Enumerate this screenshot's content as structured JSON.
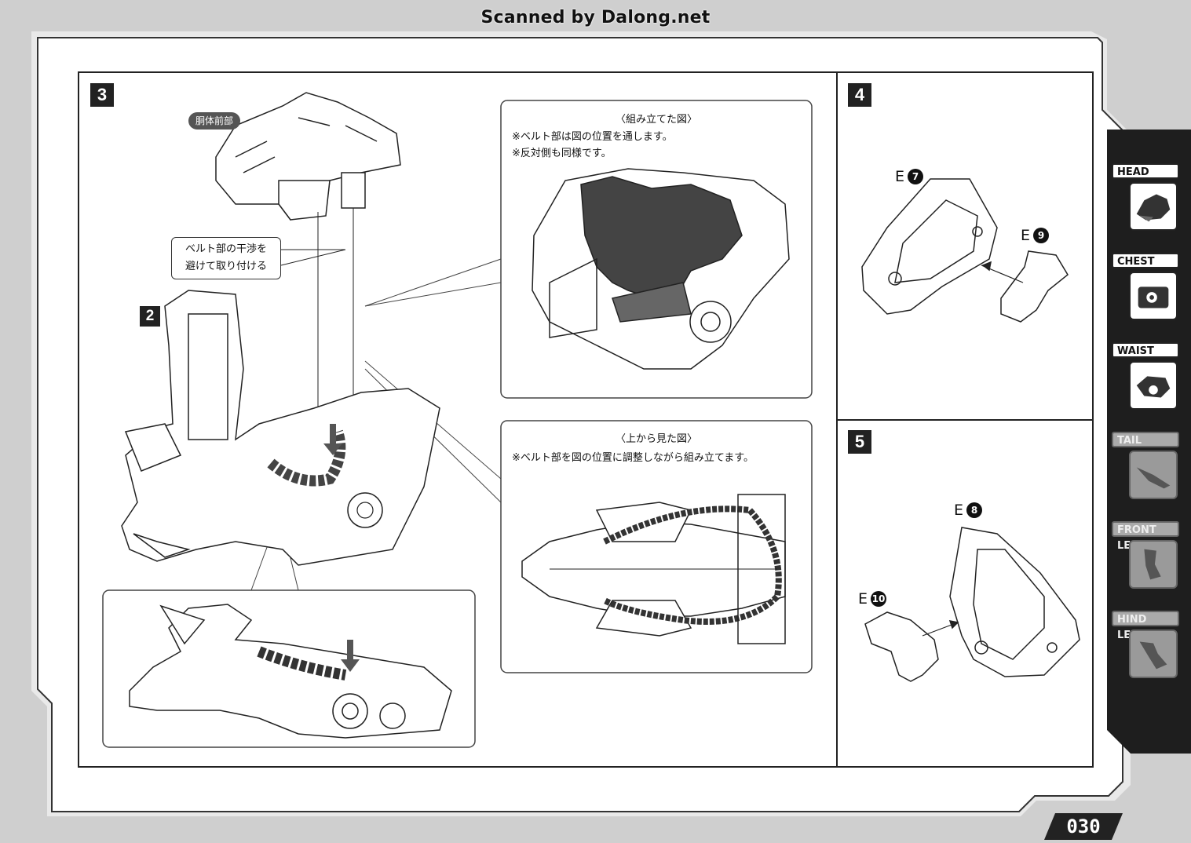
{
  "watermark": "Scanned by Dalong.net",
  "step3": {
    "number": "3",
    "part_tag": "胴体前部",
    "callout": [
      "ベルト部の干渉を",
      "避けて取り付ける"
    ],
    "sub_step_number": "2",
    "inset_assembled": {
      "title": "〈組み立てた図〉",
      "notes": [
        "※ベルト部は図の位置を通します。",
        "※反対側も同様です。"
      ]
    },
    "inset_top_view": {
      "title": "〈上から見た図〉",
      "notes": [
        "※ベルト部を図の位置に調整しながら組み立てます。"
      ]
    }
  },
  "step4": {
    "number": "4",
    "parts": [
      {
        "letter": "E",
        "num": "7"
      },
      {
        "letter": "E",
        "num": "9"
      }
    ]
  },
  "step5": {
    "number": "5",
    "parts": [
      {
        "letter": "E",
        "num": "8"
      },
      {
        "letter": "E",
        "num": "10"
      }
    ]
  },
  "sidebar": {
    "tabs": [
      {
        "label": "HEAD",
        "active": true
      },
      {
        "label": "CHEST",
        "active": true
      },
      {
        "label": "WAIST",
        "active": true
      },
      {
        "label": "TAIL",
        "active": false
      },
      {
        "label": "FRONT LEGS",
        "active": false
      },
      {
        "label": "HIND LEGS",
        "active": false
      }
    ]
  },
  "page_number": "030",
  "colors": {
    "frame": "#333333",
    "dark": "#222222",
    "belt": "#555555"
  }
}
